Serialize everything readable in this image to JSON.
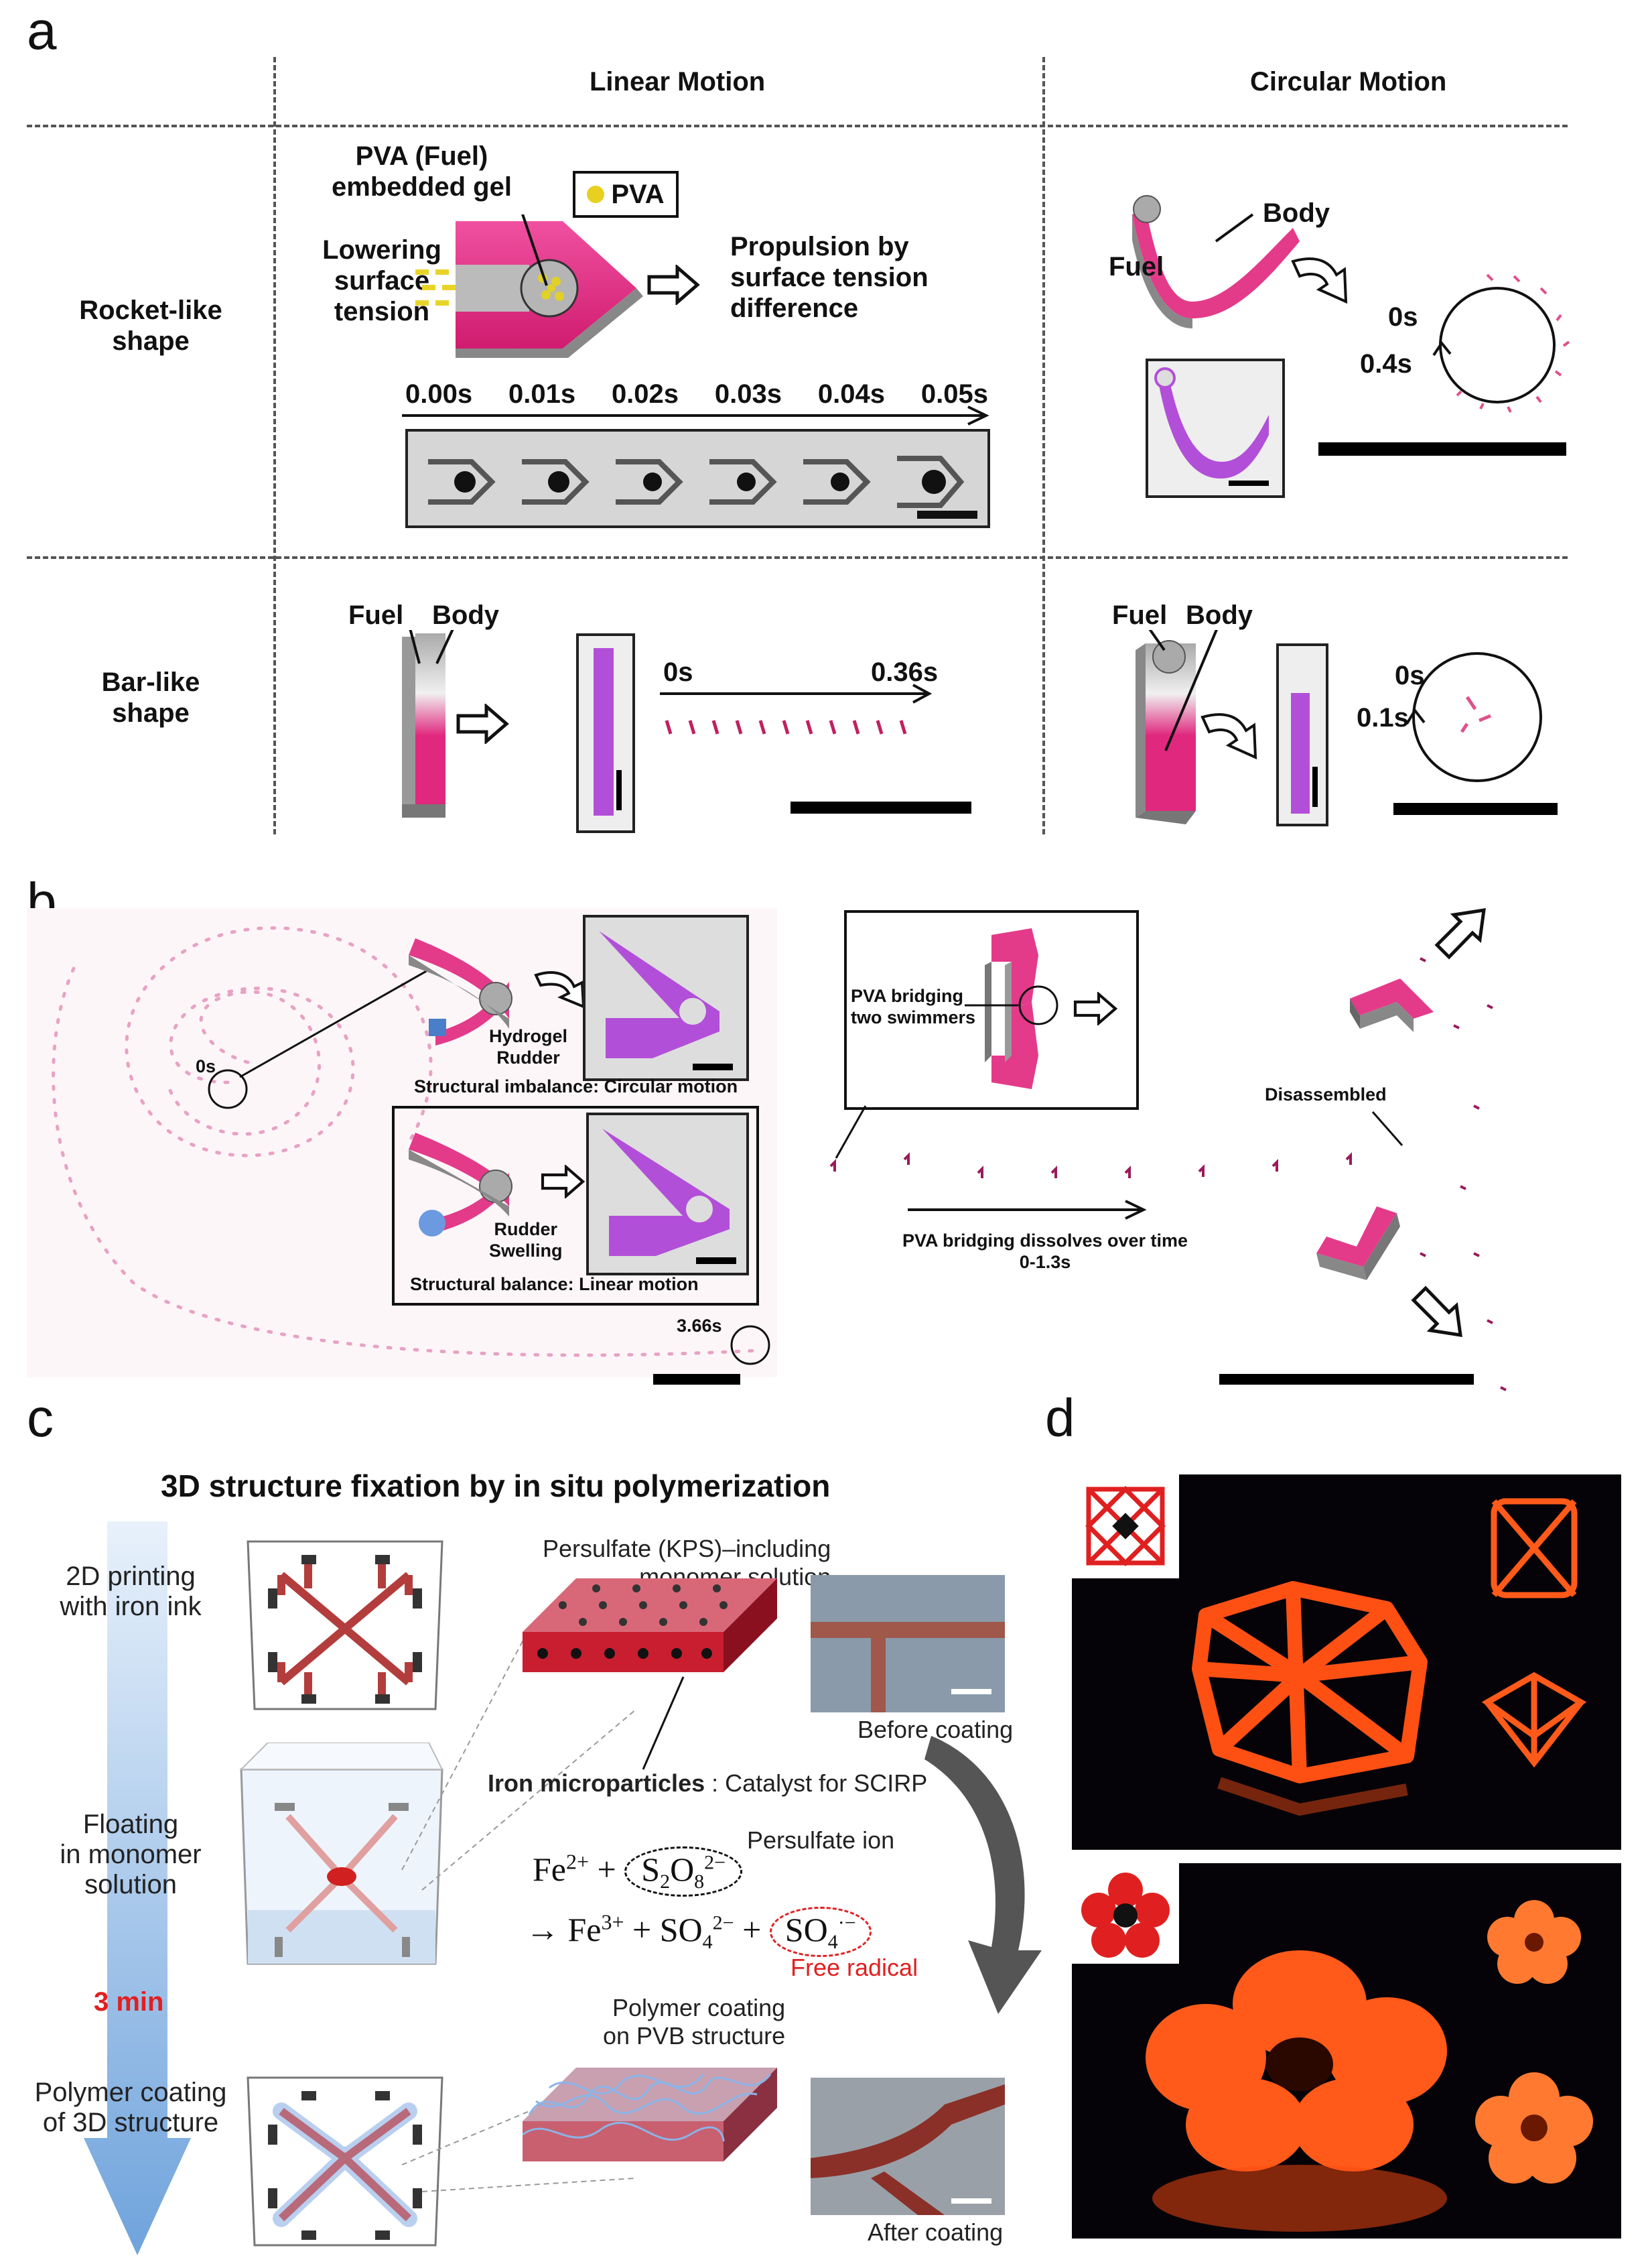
{
  "panels": {
    "a": "a",
    "b": "b",
    "c": "c",
    "d": "d"
  },
  "panel_a": {
    "col_linear": "Linear Motion",
    "col_circular": "Circular Motion",
    "row_rocket": [
      "Rocket-like",
      "shape"
    ],
    "row_bar": [
      "Bar-like",
      "shape"
    ],
    "pva_fuel": [
      "PVA (Fuel)",
      "embedded gel"
    ],
    "pva_legend": "PVA",
    "lowering": [
      "Lowering",
      "surface",
      "tension"
    ],
    "propulsion": [
      "Propulsion by",
      "surface tension",
      "difference"
    ],
    "timeline": [
      "0.00s",
      "0.01s",
      "0.02s",
      "0.03s",
      "0.04s",
      "0.05s"
    ],
    "body": "Body",
    "fuel": "Fuel",
    "circ_t0": "0s",
    "circ_t1": "0.4s",
    "bar_fuel": "Fuel",
    "bar_body": "Body",
    "bar_t0": "0s",
    "bar_t1": "0.36s",
    "bar_circ_fuel": "Fuel",
    "bar_circ_body": "Body",
    "bar_circ_t0": "0s",
    "bar_circ_t1": "0.1s"
  },
  "panel_b": {
    "t0": "0s",
    "t_end": "3.66s",
    "hydrogel": [
      "Hydrogel",
      "Rudder"
    ],
    "imbalance": "Structural imbalance: Circular motion",
    "rudder": [
      "Rudder",
      "Swelling"
    ],
    "balance": "Structural balance: Linear motion",
    "bridging": [
      "PVA bridging",
      "two swimmers"
    ],
    "disassembled": "Disassembled",
    "dissolves": [
      "PVA bridging dissolves over time",
      "0-1.3s"
    ]
  },
  "panel_c": {
    "title": "3D structure fixation by in situ polymerization",
    "step1": [
      "2D printing",
      "with iron ink"
    ],
    "step2": [
      "Floating",
      "in monomer",
      "solution"
    ],
    "time": "3 min",
    "step3": [
      "Polymer coating",
      "of 3D structure"
    ],
    "persulfate": [
      "Persulfate (KPS)–including",
      "monomer solution"
    ],
    "before": "Before coating",
    "after": "After coating",
    "iron": "Iron microparticles",
    "catalyst": ": Catalyst for SCIRP",
    "persulfate_ion": "Persulfate ion",
    "eq1_left": "Fe",
    "eq1_charge": "2+",
    "eq1_plus": "+",
    "eq1_s2o8": "S",
    "eq2_arrow": "→ Fe",
    "eq2_charge": "3+",
    "eq2_rest": "+ SO",
    "free_radical": "Free radical",
    "polymer_coating": [
      "Polymer coating",
      "on PVB structure"
    ]
  },
  "colors": {
    "magenta": "#e0287e",
    "purple": "#b44fd6",
    "glow": "#ff4a10",
    "arrow_blue": "#8bb8e6",
    "red_text": "#e02020"
  }
}
